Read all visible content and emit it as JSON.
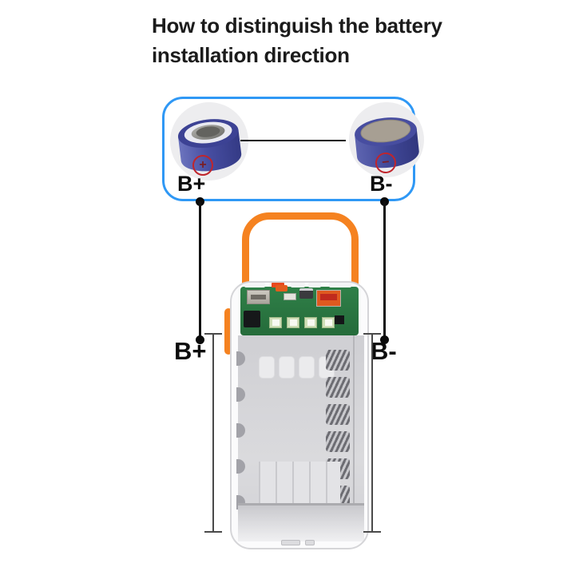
{
  "title": {
    "line1": "How to distinguish the battery",
    "line2": "installation direction"
  },
  "legend": {
    "positive_label": "B+",
    "negative_label": "B-",
    "positive_mark": "+",
    "negative_mark": "−"
  },
  "device": {
    "positive_label": "B+",
    "negative_label": "B-"
  },
  "icons": {
    "positive_battery": "battery-top-positive-icon",
    "negative_battery": "battery-top-negative-icon",
    "handle": "carry-handle-shape",
    "device": "power-bank-case-illustration"
  },
  "colors": {
    "legend_border": "#2f98f5",
    "handle_orange": "#f58220",
    "battery_blue": "#4a52a8",
    "pcb_green": "#2e7d43",
    "mark_red": "#c0252c",
    "wire_black": "#111111",
    "dimension_gray": "#4a4a4a"
  }
}
